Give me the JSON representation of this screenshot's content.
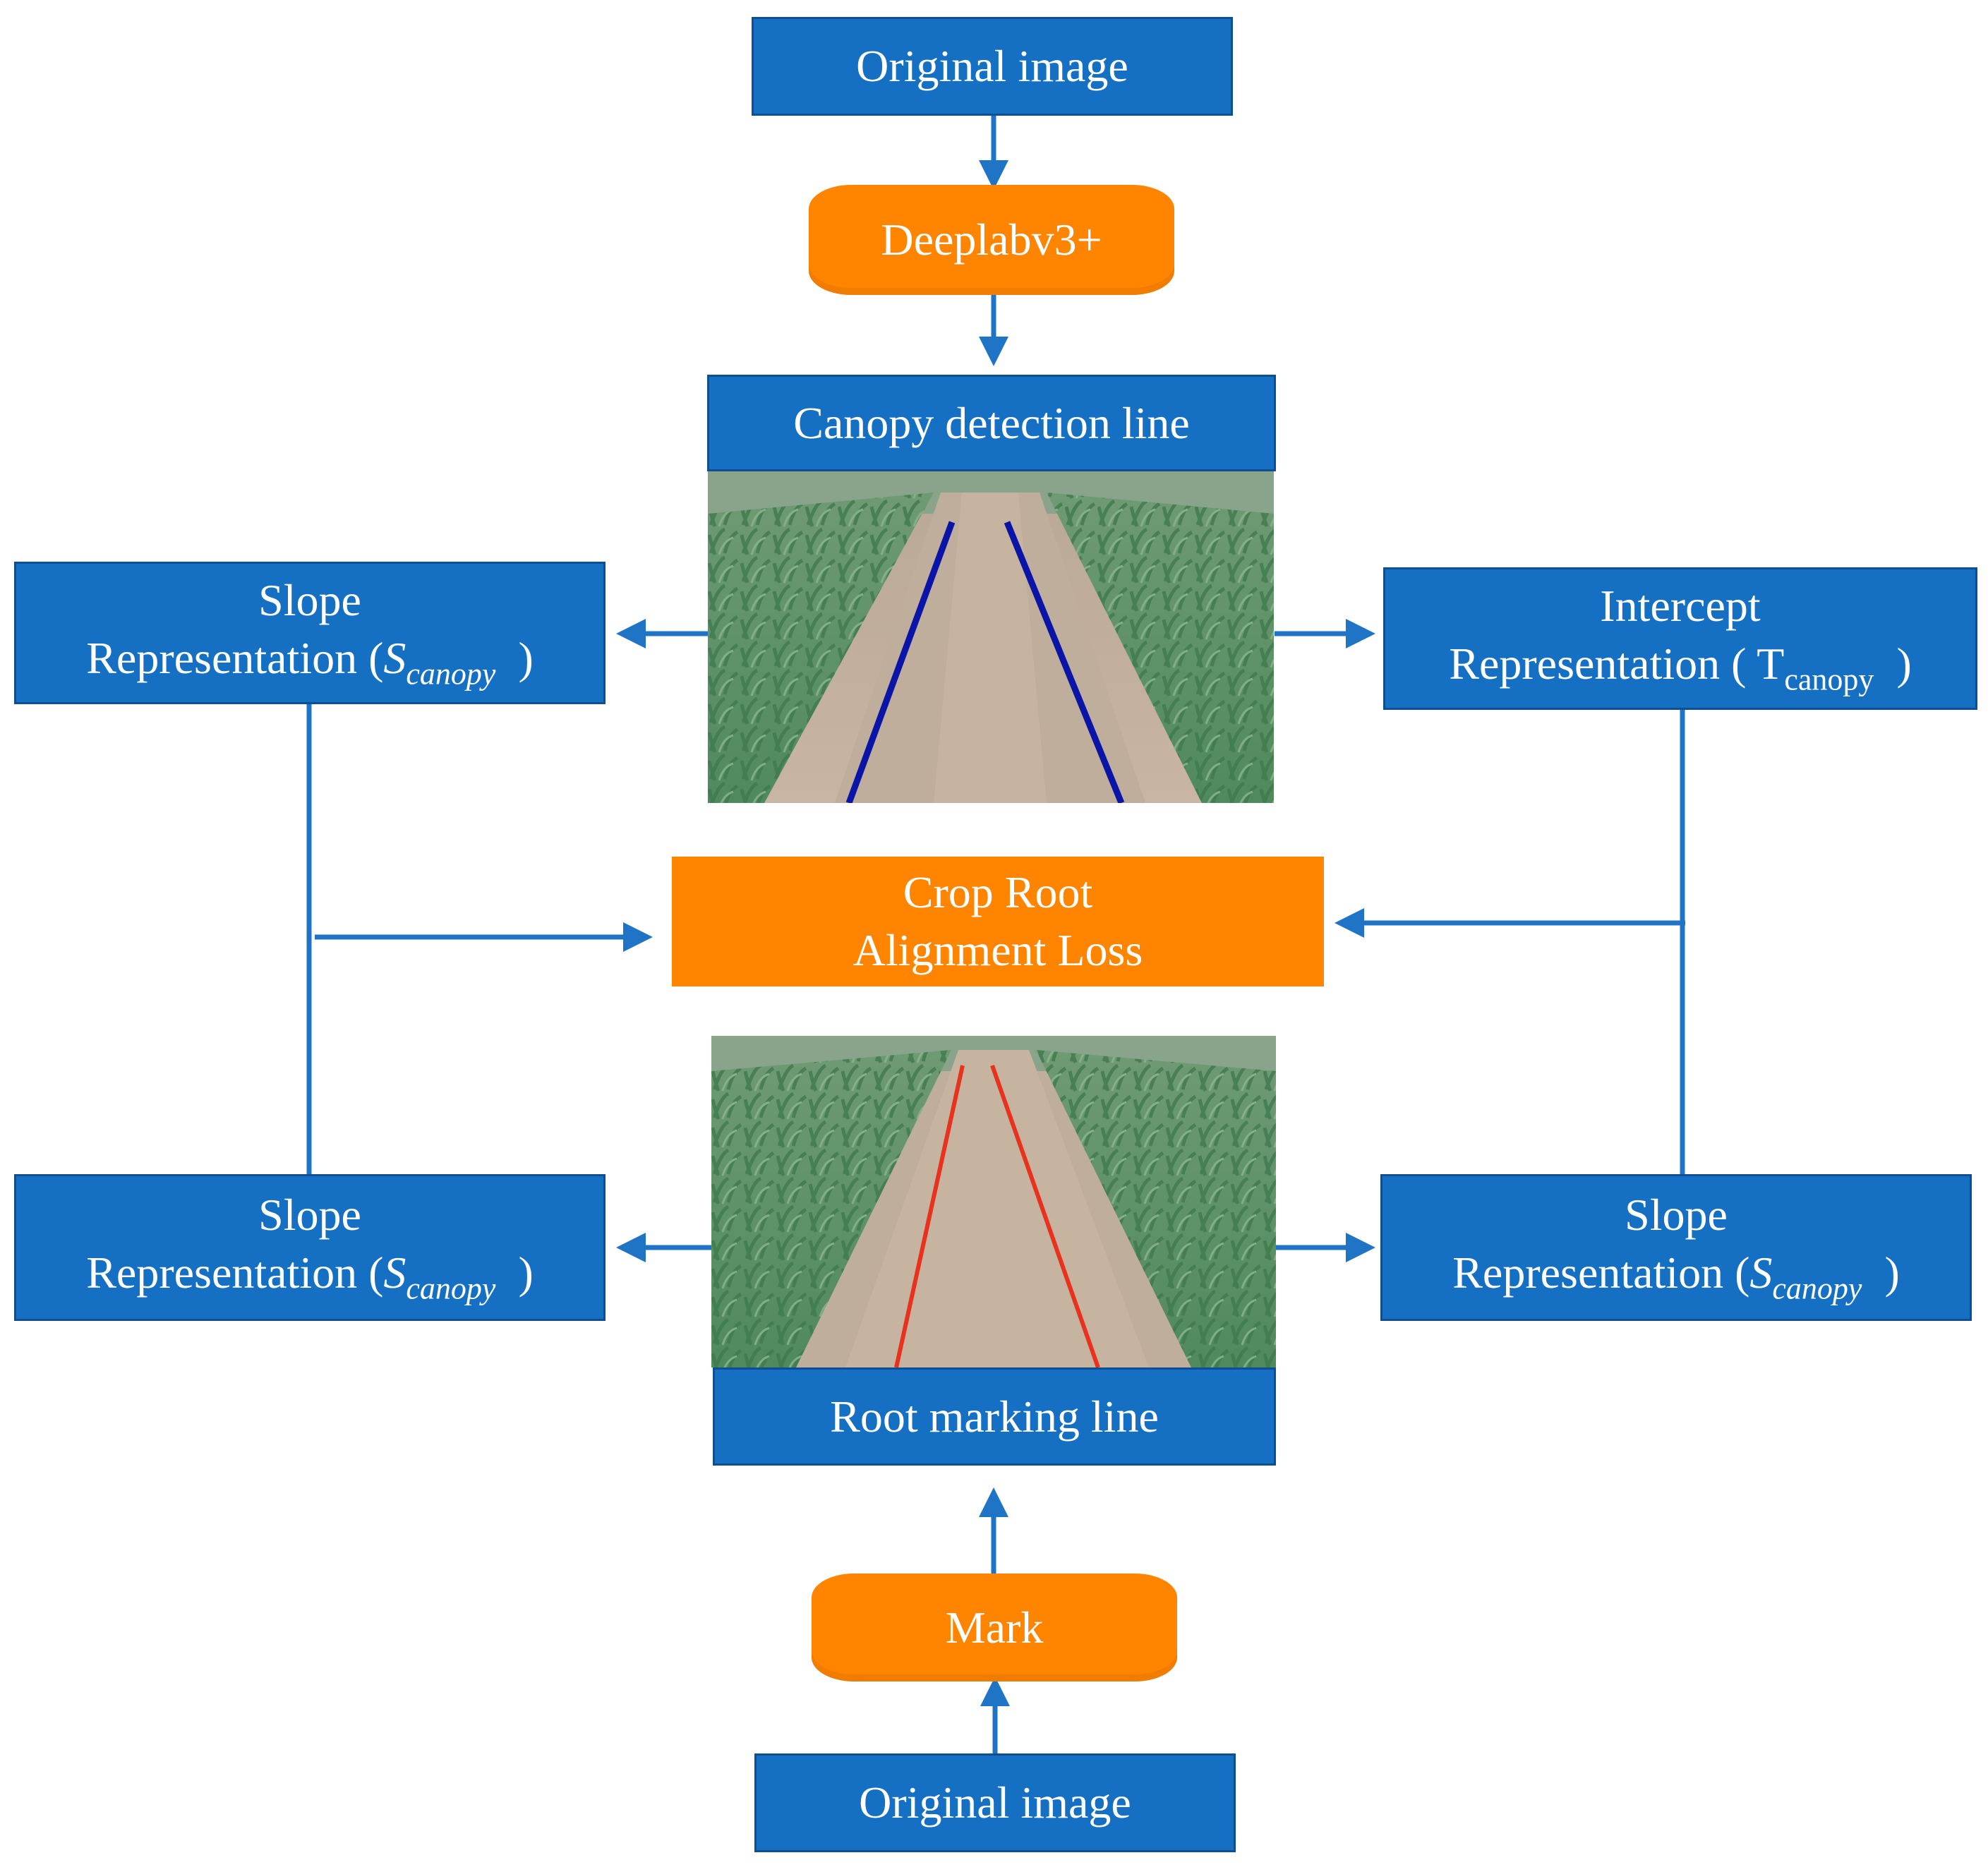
{
  "nodes": {
    "original_top": "Original image",
    "deeplab": "Deeplabv3+",
    "canopy_line": "Canopy detection line",
    "slope_top_left": {
      "line1": "Slope",
      "prefix": "Representation (",
      "sym": "S",
      "sub": "canopy",
      "suffix": ")"
    },
    "intercept_right": {
      "line1": "Intercept",
      "prefix": "Representation ( ",
      "sym": "T",
      "sub": "canopy",
      "suffix": ")"
    },
    "loss": {
      "line1": "Crop Root",
      "line2": "Alignment Loss"
    },
    "slope_bottom_left": {
      "line1": "Slope",
      "prefix": "Representation (",
      "sym": "S",
      "sub": "canopy",
      "suffix": ")"
    },
    "slope_bottom_right": {
      "line1": "Slope",
      "prefix": "Representation (",
      "sym": "S",
      "sub": "canopy",
      "suffix": ")"
    },
    "root_line": "Root marking line",
    "mark": "Mark",
    "original_bottom": "Original image"
  },
  "colors": {
    "blue_box": "#1570c4",
    "orange_box": "#ff8400",
    "arrow": "#1f74c6",
    "canopy_line": "#0a15a8",
    "root_line": "#e8321e"
  }
}
